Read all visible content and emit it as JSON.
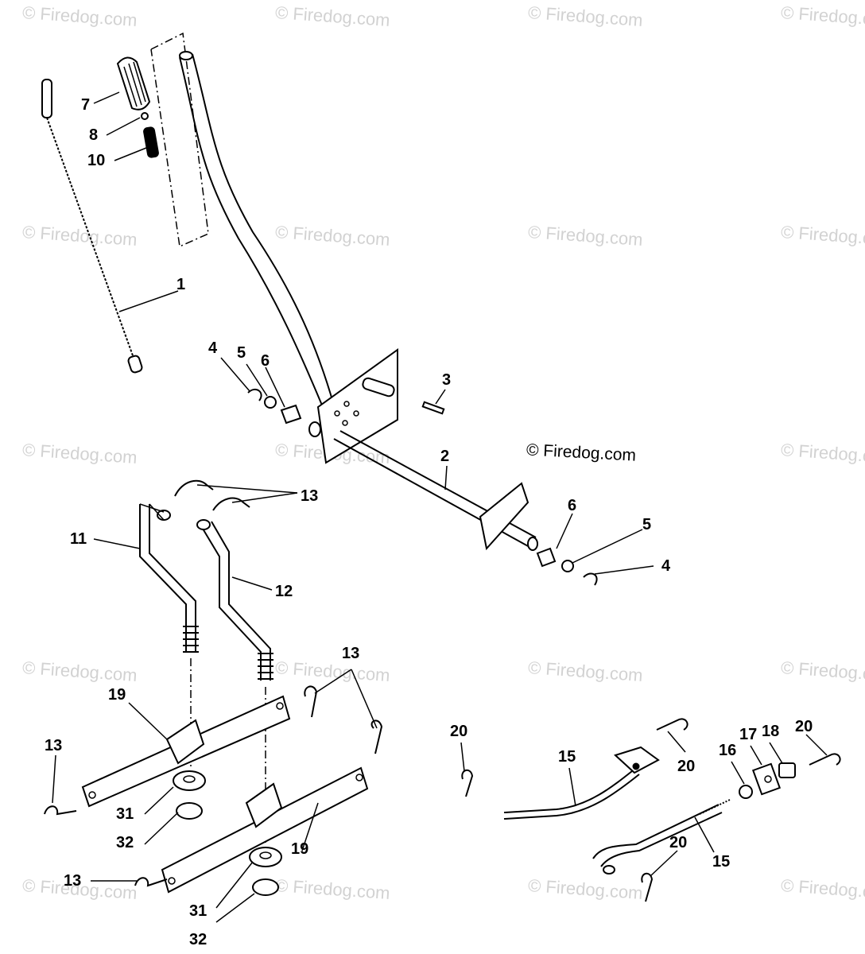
{
  "watermark": "© Firedog.com",
  "credit": "© Firedog.com",
  "callouts": {
    "c1": "1",
    "c2": "2",
    "c3": "3",
    "c4a": "4",
    "c4b": "4",
    "c5a": "5",
    "c5b": "5",
    "c6a": "6",
    "c6b": "6",
    "c7": "7",
    "c8": "8",
    "c10": "10",
    "c11": "11",
    "c12": "12",
    "c13a": "13",
    "c13b": "13",
    "c13c": "13",
    "c13d": "13",
    "c15a": "15",
    "c15b": "15",
    "c16": "16",
    "c17": "17",
    "c18": "18",
    "c19a": "19",
    "c19b": "19",
    "c20a": "20",
    "c20b": "20",
    "c20c": "20",
    "c20d": "20",
    "c31a": "31",
    "c31b": "31",
    "c32a": "32",
    "c32b": "32"
  }
}
